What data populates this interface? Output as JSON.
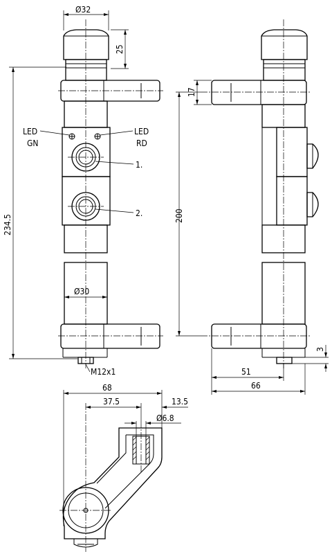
{
  "front_view": {
    "dim_diameter_top": "Ø32",
    "dim_cap_height": "25",
    "dim_total_height": "234.5",
    "dim_diameter_body": "Ø30",
    "label_led_left_line1": "LED",
    "label_led_left_line2": "GN",
    "label_led_right_line1": "LED",
    "label_led_right_line2": "RD",
    "callout_1": "1.",
    "callout_2": "2.",
    "thread_label": "M12x1"
  },
  "side_view": {
    "dim_arm_height": "17",
    "dim_arm_spacing": "200",
    "dim_connector_offset": "3",
    "dim_arm_length": "51",
    "dim_overall_length": "66"
  },
  "top_view": {
    "dim_overall_width": "68",
    "dim_hole_distance": "37.5",
    "dim_edge_distance": "13.5",
    "dim_hole_diameter": "Ø6.8"
  }
}
